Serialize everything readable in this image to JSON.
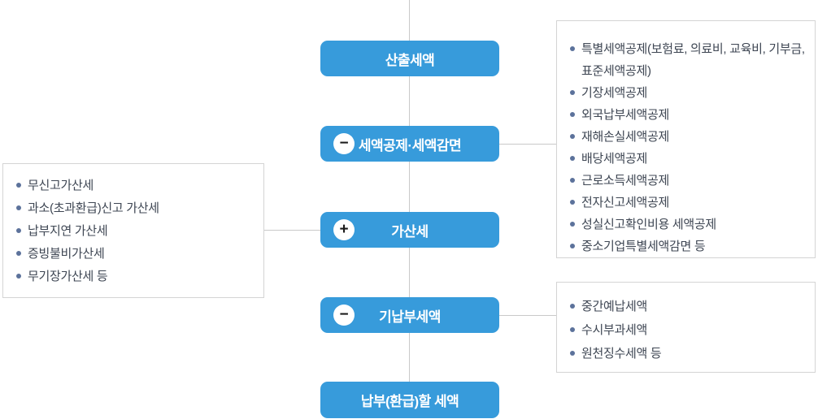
{
  "flow": {
    "boxes": [
      {
        "label": "산출세액",
        "operator": ""
      },
      {
        "label": "세액공제·세액감면",
        "operator": "−"
      },
      {
        "label": "가산세",
        "operator": "+"
      },
      {
        "label": "기납부세액",
        "operator": "−"
      },
      {
        "label": "납부(환급)할 세액",
        "operator": ""
      }
    ]
  },
  "panels": {
    "credits": {
      "items": [
        "특별세액공제(보험료, 의료비, 교육비, 기부금, 표준세액공제)",
        "기장세액공제",
        "외국납부세액공제",
        "재해손실세액공제",
        "배당세액공제",
        "근로소득세액공제",
        "전자신고세액공제",
        "성실신고확인비용 세액공제",
        "중소기업특별세액감면 등"
      ]
    },
    "penalties": {
      "items": [
        "무신고가산세",
        "과소(초과환급)신고 가산세",
        "납부지연 가산세",
        "증빙불비가산세",
        "무기장가산세 등"
      ]
    },
    "prepaid": {
      "items": [
        "중간예납세액",
        "수시부과세액",
        "원천징수세액 등"
      ]
    }
  },
  "colors": {
    "box_blue": "#379bdb",
    "box_text": "#ffffff",
    "list_text": "#3e4653",
    "bullet": "#5c729b",
    "connector_line": "#c9c9c9",
    "panel_border": "#d4d4d4",
    "operator_glyph": "#1a1a1a"
  }
}
